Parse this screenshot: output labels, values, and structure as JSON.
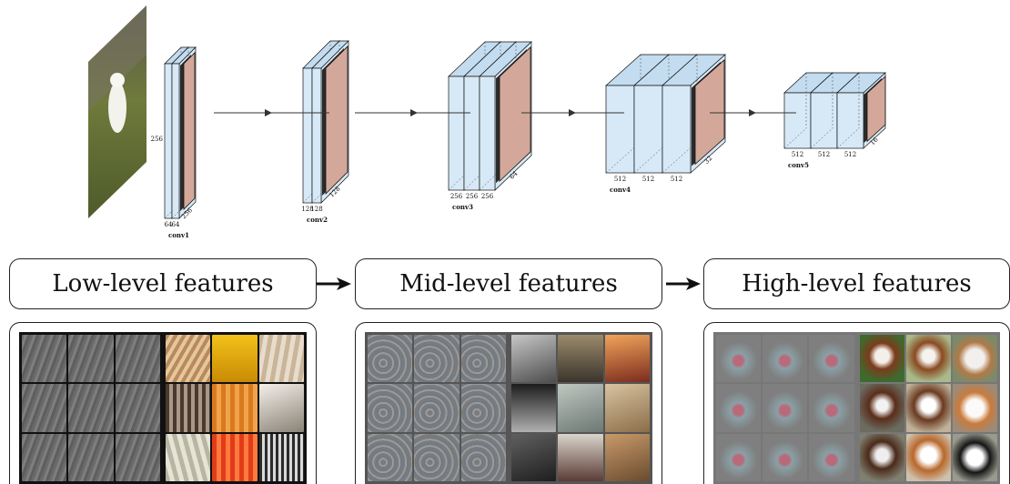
{
  "network": {
    "layers": [
      {
        "name": "conv1",
        "depth_labels": [
          "64",
          "64"
        ],
        "height_label": "256",
        "width_label": "256"
      },
      {
        "name": "conv2",
        "depth_labels": [
          "128",
          "128"
        ],
        "height_label": "",
        "width_label": "128"
      },
      {
        "name": "conv3",
        "depth_labels": [
          "256",
          "256",
          "256"
        ],
        "height_label": "",
        "width_label": "64"
      },
      {
        "name": "conv4",
        "depth_labels": [
          "512",
          "512",
          "512"
        ],
        "height_label": "",
        "width_label": "32"
      },
      {
        "name": "conv5",
        "depth_labels": [
          "512",
          "512",
          "512"
        ],
        "height_label": "",
        "width_label": "16"
      }
    ]
  },
  "stages": [
    {
      "label": "Low-level features"
    },
    {
      "label": "Mid-level features"
    },
    {
      "label": "High-level features"
    }
  ],
  "colors": {
    "slab_face": "#d7e9f7",
    "slab_top": "#c3dcef",
    "feature_map": "#d3a89a",
    "edge": "#111111"
  }
}
